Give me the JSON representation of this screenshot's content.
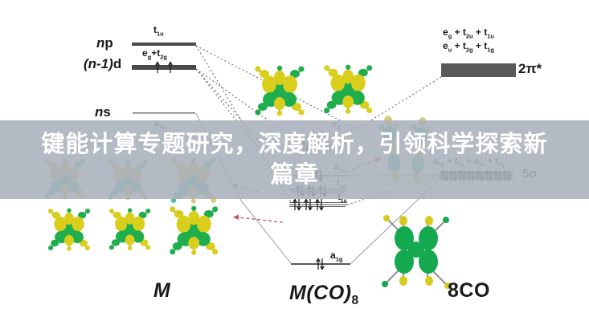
{
  "headline": {
    "line1": "键能计算专题研究，深度解析，引领科学探索新",
    "line2": "篇章"
  },
  "atom_levels": {
    "np": [
      "n",
      "p"
    ],
    "np_orbital": [
      "t",
      "1u"
    ],
    "nd": [
      "(n-1)",
      "d"
    ],
    "nd_orbital": [
      "e",
      "g",
      "+t",
      "2g"
    ],
    "ns": [
      "n",
      "s"
    ],
    "ns_orbital": [
      "a",
      "1g"
    ]
  },
  "complex_levels": {
    "eg": [
      "e",
      "g"
    ],
    "a2u": [
      "a",
      "2u"
    ],
    "t2g": [
      "t",
      "2g"
    ],
    "t1u": [
      "t",
      "1u"
    ],
    "a1g": [
      "a",
      "1g"
    ]
  },
  "co_levels": {
    "pi_formula_1": [
      "e",
      "g",
      " + t",
      "2u",
      " + t",
      "1u"
    ],
    "pi_formula_2": [
      "e",
      "u",
      " + t",
      "2g",
      " + t",
      "1g"
    ],
    "pi_label": "2π*",
    "sigma_formula": [
      "a",
      "1g",
      " + t",
      "1u",
      " + a",
      "2u",
      " + t",
      "2g"
    ],
    "sigma_label": "5σ"
  },
  "footer": {
    "metal": "M",
    "complex": [
      "M(CO)",
      "8"
    ],
    "ligand": "8CO"
  },
  "colors": {
    "overlay_band": "#aab0bb",
    "headline_text": "#ffffff",
    "level_bar_dark": "#4a4a4a",
    "sigma_bar": "#8a8f96",
    "orbital_green": "#1fae4d",
    "orbital_yellow": "#d9ce1c",
    "orbital_teal": "#54c0a1",
    "red_arrow": "#cf4b66"
  }
}
